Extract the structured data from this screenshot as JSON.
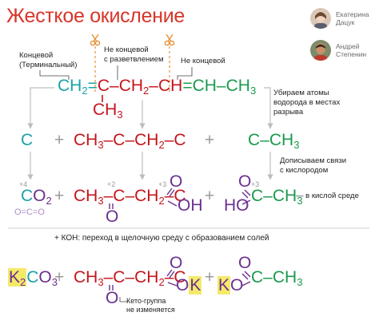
{
  "title": "Жесткое окисление",
  "authors": [
    {
      "name_line1": "Екатерина",
      "name_line2": "Дацук",
      "icon": "avatar-woman-icon"
    },
    {
      "name_line1": "Андрей",
      "name_line2": "Степенин",
      "icon": "avatar-man-icon"
    }
  ],
  "annotations": {
    "terminal": [
      "Концевой",
      "(Терминальный)"
    ],
    "branched": [
      "Не концевой",
      "с разветвлением"
    ],
    "nonterminal": "Не концевой",
    "remove_h": [
      "Убираем атомы",
      "водорода в местах",
      "разрыва"
    ],
    "add_o": [
      "Дописываем связи",
      "с кислородом"
    ],
    "acid_env": "— в кислой среде",
    "koh": "+ КОН: переход в щелочную среду с образованием солей",
    "keto": [
      "Кето-группа",
      "не изменяется"
    ]
  },
  "formula": {
    "ch2": "CH",
    "two": "2",
    "eq": "=",
    "c": "C",
    "dash": "–",
    "ch": "CH",
    "ch3": "CH",
    "three": "3",
    "plus": "+",
    "o": "O",
    "oh": "OH",
    "ho": "HO",
    "ok": "OK",
    "ko": "KO",
    "k": "K",
    "co": "CO",
    "ocouble": "O=C=O",
    "ox_plus4": "+4",
    "ox_plus2": "+2",
    "ox_plus3": "+3"
  },
  "colors": {
    "title": "#d8352a",
    "teal": "#1aa3a6",
    "red": "#c4161c",
    "green": "#1b9a4e",
    "purple": "#6a2f8f",
    "scissors": "#e8913a",
    "highlight": "#f5e96a"
  }
}
